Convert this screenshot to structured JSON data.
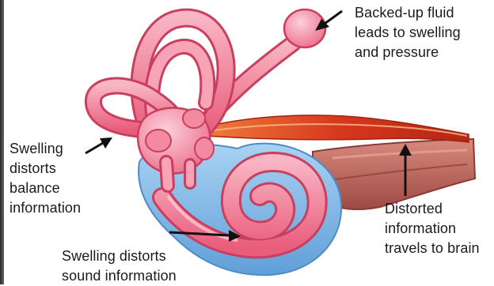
{
  "colors": {
    "canal_pink": "#f07a92",
    "canal_light": "#f7aabb",
    "cochlea_blue": "#7fb6e6",
    "nerve_red": "#d8381e",
    "brain_tissue": "#b8625a",
    "arrow": "#111111",
    "label_text": "#1b1b1b"
  },
  "labels": {
    "fluid": "Backed-up fluid\nleads to swelling\nand pressure",
    "balance": "Swelling\ndistorts\nbalance\ninformation",
    "nerve": "Distorted\ninformation\ntravels to brain",
    "sound": "Swelling distorts\nsound information"
  }
}
